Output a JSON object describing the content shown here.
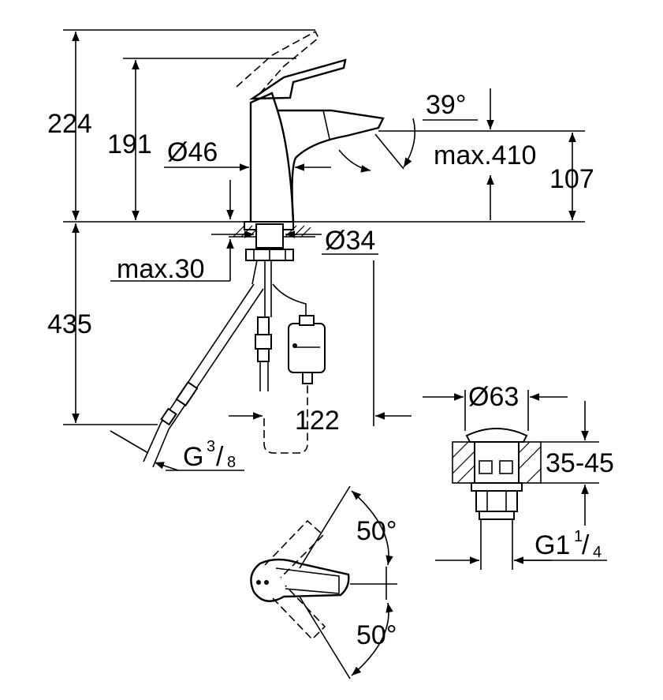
{
  "dimensions": {
    "total_height": "224",
    "lever_height": "191",
    "body_diameter": "Ø46",
    "lever_angle": "39°",
    "max_spout": "max.410",
    "spout_height": "107",
    "mount_diameter": "Ø34",
    "max_thickness": "max.30",
    "hose_length": "435",
    "hose_offset": "122",
    "connection_prefix": "G",
    "connection_num": "3",
    "connection_den": "8",
    "waste_diameter": "Ø63",
    "waste_range": "35-45",
    "waste_thread_prefix": "G1",
    "waste_thread_num": "1",
    "waste_thread_den": "4",
    "swivel_top": "50°",
    "swivel_bottom": "50°"
  },
  "colors": {
    "line": "#000000",
    "background": "#ffffff"
  }
}
